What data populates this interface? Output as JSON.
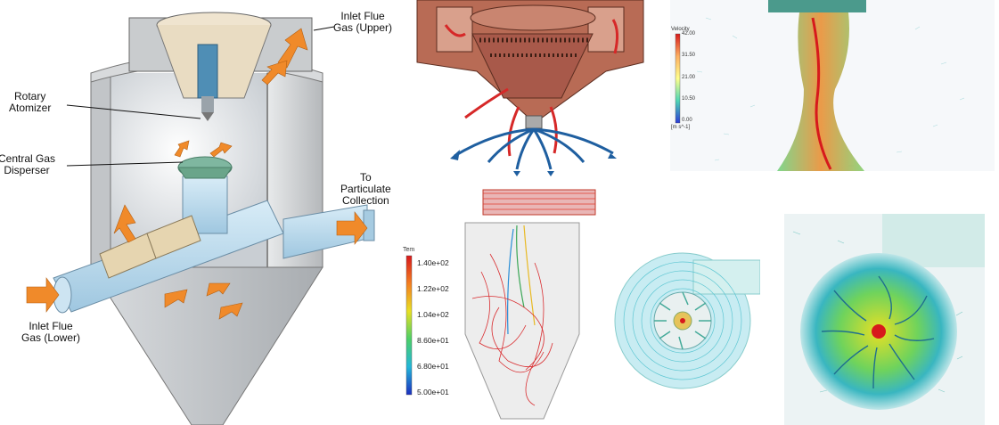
{
  "dryer": {
    "labels": {
      "inlet_upper": [
        "Inlet Flue",
        "Gas (Upper)"
      ],
      "rotary_atomizer": [
        "Rotary",
        "Atomizer"
      ],
      "central_gas_disperser": [
        "Central Gas",
        "Disperser"
      ],
      "to_particulate": [
        "To",
        "Particulate",
        "Collection"
      ],
      "inlet_lower": [
        "Inlet Flue",
        "Gas (Lower)"
      ]
    }
  },
  "velocity_plot": {
    "title": "Velocity",
    "ticks": [
      "42.00",
      "31.50",
      "21.00",
      "10.50",
      "0.00"
    ],
    "unit": "[m s^-1]"
  },
  "temperature_plot": {
    "title": "Tem",
    "ticks": [
      "1.40e+02",
      "1.22e+02",
      "1.04e+02",
      "8.60e+01",
      "6.80e+01",
      "5.00e+01"
    ]
  },
  "colors": {
    "arrow_orange": "#f08a2a",
    "vessel_gray": "#d4d6d8",
    "duct_blue": "#b9d8ec",
    "cfd_red": "#e03a2e",
    "cfd_blue": "#1f5fa0",
    "hood_brown": "#b86b55"
  }
}
